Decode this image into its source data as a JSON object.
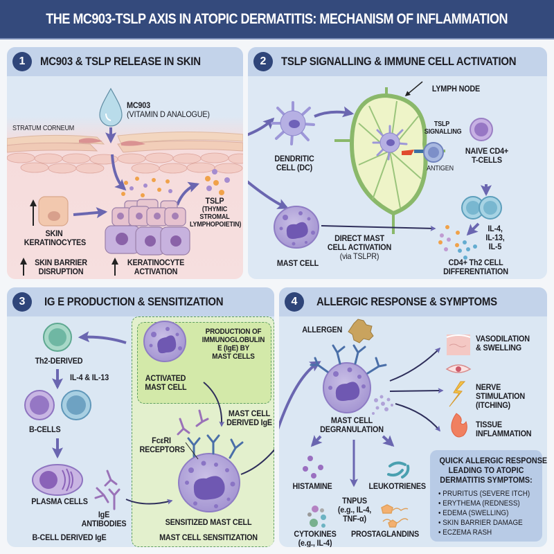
{
  "title": "THE MC903-TSLP AXIS IN ATOPIC DERMATITIS: MECHANISM OF INFLAMMATION",
  "colors": {
    "title_bar": "#344a7c",
    "panel_header": "#c3d3ea",
    "badge": "#2f4579",
    "arrow": "#6a66b0",
    "skin_panel": "#f6dcdc",
    "blue_panel": "#dde8f4",
    "green_zone": "#e3f0cd"
  },
  "panels": [
    {
      "number": "1",
      "heading": "MC903 & TSLP RELEASE IN SKIN",
      "labels": {
        "mc903": "MC903",
        "mc903_sub": "(VITAMIN D ANALOGUE)",
        "stratum": "STRATUM CORNEUM",
        "skin_kera_1": "SKIN",
        "skin_kera_2": "KERATINOCYTES",
        "tslp": "TSLP",
        "tslp_sub_1": "(THYMIC",
        "tslp_sub_2": "STROMAL",
        "tslp_sub_3": "LYMPHOPOIETIN)",
        "barrier_1": "SKIN BARRIER",
        "barrier_2": "DISRUPTION",
        "activation_1": "KERATINOCYTE",
        "activation_2": "ACTIVATION",
        "up_arrow": "↑"
      }
    },
    {
      "number": "2",
      "heading": "TSLP SIGNALLING & IMMUNE CELL ACTIVATION",
      "labels": {
        "lymph_node": "LYMPH NODE",
        "dc_1": "DENDRITIC",
        "dc_2": "CELL (DC)",
        "tslp_sig_1": "TSLP",
        "tslp_sig_2": "SIGNALLING",
        "naive_1": "NAIVE CD4+",
        "naive_2": "T-CELLS",
        "antigen": "ANTIGEN",
        "mast_cell": "MAST CELL",
        "direct_1": "DIRECT MAST",
        "direct_2": "CELL ACTIVATION",
        "direct_3": "(via TSLPR)",
        "il_1": "IL-4,",
        "il_2": "IL-13,",
        "il_3": "IL-5",
        "th2_1": "CD4+ Th2 CELL",
        "th2_2": "DIFFERENTIATION"
      }
    },
    {
      "number": "3",
      "heading": "IG E PRODUCTION & SENSITIZATION",
      "labels": {
        "th2_derived": "Th2-DERIVED",
        "il4_13": "IL-4 & IL-13",
        "b_cells": "B-CELLS",
        "plasma": "PLASMA CELLS",
        "ige_1": "IgE",
        "ige_2": "ANTIBODIES",
        "b_cell_ige": "B-CELL DERIVED IgE",
        "production_1": "PRODUCTION OF",
        "production_2": "IMMUNOGLOBULIN",
        "production_3": "E (IgE) BY",
        "production_4": "MAST CELLS",
        "activated_1": "ACTIVATED",
        "activated_2": "MAST CELL",
        "mc_ige_1": "MAST CELL",
        "mc_ige_2": "DERIVED IgE",
        "fce_1": "FcεRI",
        "fce_2": "RECEPTORS",
        "sensitized": "SENSITIZED MAST CELL",
        "sensitization": "MAST CELL SENSITIZATION"
      }
    },
    {
      "number": "4",
      "heading": "ALLERGIC RESPONSE & SYMPTOMS",
      "labels": {
        "allergen": "ALLERGEN",
        "vaso_1": "VASODILATION",
        "vaso_2": "& SWELLING",
        "nerve_1": "NERVE",
        "nerve_2": "STIMULATION",
        "nerve_3": "(ITCHING)",
        "tissue_1": "TISSUE",
        "tissue_2": "INFLAMMATION",
        "degran_1": "MAST CELL",
        "degran_2": "DEGRANULATION",
        "histamine": "HISTAMINE",
        "leukotrienes": "LEUKOTRIENES",
        "tnpus_1": "TNPUS",
        "tnpus_2": "(e.g., IL-4,",
        "tnpus_3": "TNF-α)",
        "cytokines_1": "CYTOKINES",
        "cytokines_2": "(e.g., IL-4)",
        "prostaglandins": "PROSTAGLANDINS"
      },
      "quick_box": {
        "title_1": "QUICK ALLERGIC RESPONSE",
        "title_2": "LEADING TO ATOPIC",
        "title_3": "DERMATITIS SYMPTOMS:",
        "items": [
          "PRURITUS (SEVERE ITCH)",
          "ERYTHEMA (REDNESS)",
          "EDEMA (SWELLING)",
          "SKIN BARRIER DAMAGE",
          "ECZEMA RASH"
        ]
      }
    }
  ]
}
